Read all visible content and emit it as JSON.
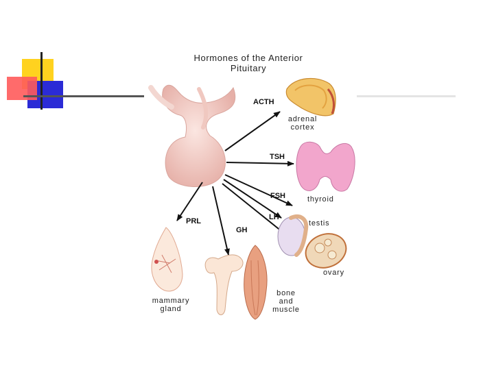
{
  "diagram": {
    "title_line1": "Hormones of the Anterior",
    "title_line2": "Pituitary",
    "hormones": {
      "acth": "ACTH",
      "tsh": "TSH",
      "fsh": "FSH",
      "lh": "LH",
      "prl": "PRL",
      "gh": "GH"
    },
    "targets": {
      "adrenal_1": "adrenal",
      "adrenal_2": "cortex",
      "thyroid": "thyroid",
      "testis": "testis",
      "ovary": "ovary",
      "mammary_1": "mammary",
      "mammary_2": "gland",
      "bone_1": "bone",
      "bone_2": "and",
      "bone_3": "muscle"
    }
  },
  "colors": {
    "accent_yellow": "#ffd21f",
    "accent_red": "#ff5a5a",
    "accent_blue": "#2a2ad8",
    "pituitary": "#f3cdc6",
    "adrenal": "#f0c060",
    "thyroid": "#f0a0c8"
  }
}
